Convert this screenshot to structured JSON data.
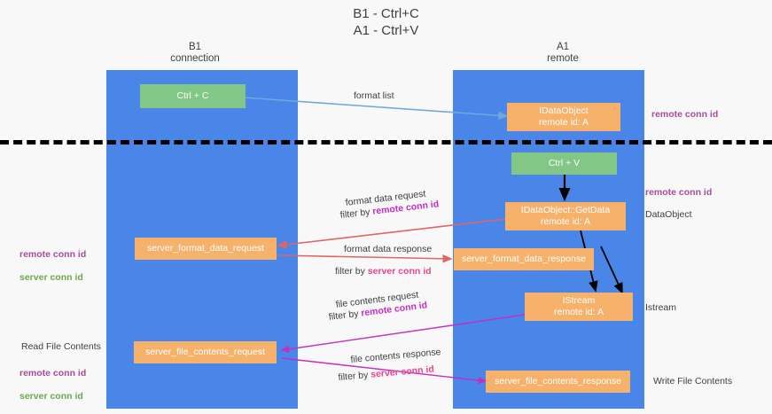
{
  "title": "B1 - Ctrl+C\nA1 - Ctrl+V",
  "columns": {
    "left": "B1\nconnection",
    "right": "A1\nremote"
  },
  "colors": {
    "lane": "#4a86e8",
    "box_orange": "#f6b26b",
    "box_green": "#82c785",
    "remote_conn_id": "#a64d9a",
    "server_conn_id": "#6aa84f",
    "filter_remote": "#c22fc2",
    "filter_server": "#e8468f",
    "arrow_blue": "#6fa8dc",
    "arrow_red": "#e06666",
    "arrow_magenta": "#c22fc2",
    "arrow_black": "#000000",
    "background": "#f8f8f8"
  },
  "boxes": {
    "ctrl_c": "Ctrl + C",
    "ctrl_v": "Ctrl + V",
    "idataobject": "IDataObject\nremote id: A",
    "idataobject_getdata": "IDataObject::GetData\nremote id: A",
    "istream": "IStream\nremote id: A",
    "server_format_data_request": "server_format_data_request",
    "server_format_data_response": "server_format_data_response",
    "server_file_contents_request": "server_file_contents_request",
    "server_file_contents_response": "server_file_contents_response"
  },
  "right_labels": {
    "remote_conn_id_top": "remote conn id",
    "remote_conn_id_mid": "remote conn id",
    "dataobject": "DataObject",
    "istream": "Istream",
    "write_file_contents": "Write File Contents"
  },
  "left_labels": {
    "mid_line1": "remote conn id",
    "mid_line2": "server conn id",
    "read_file_contents": "Read File Contents",
    "bottom_line1": "remote conn id",
    "bottom_line2": "server conn id"
  },
  "arrow_labels": {
    "format_list": "format list",
    "format_data_request": "format data request",
    "format_data_request_filter_prefix": "filter by ",
    "format_data_request_filter_value": "remote conn id",
    "format_data_response": "format data response",
    "format_data_response_filter_prefix": "filter by ",
    "format_data_response_filter_value": "server conn id",
    "file_contents_request": "file contents request",
    "file_contents_request_filter_prefix": "filter by ",
    "file_contents_request_filter_value": "remote conn id",
    "file_contents_response": "file contents response",
    "file_contents_response_filter_prefix": "filter by ",
    "file_contents_response_filter_value": "server conn id"
  }
}
